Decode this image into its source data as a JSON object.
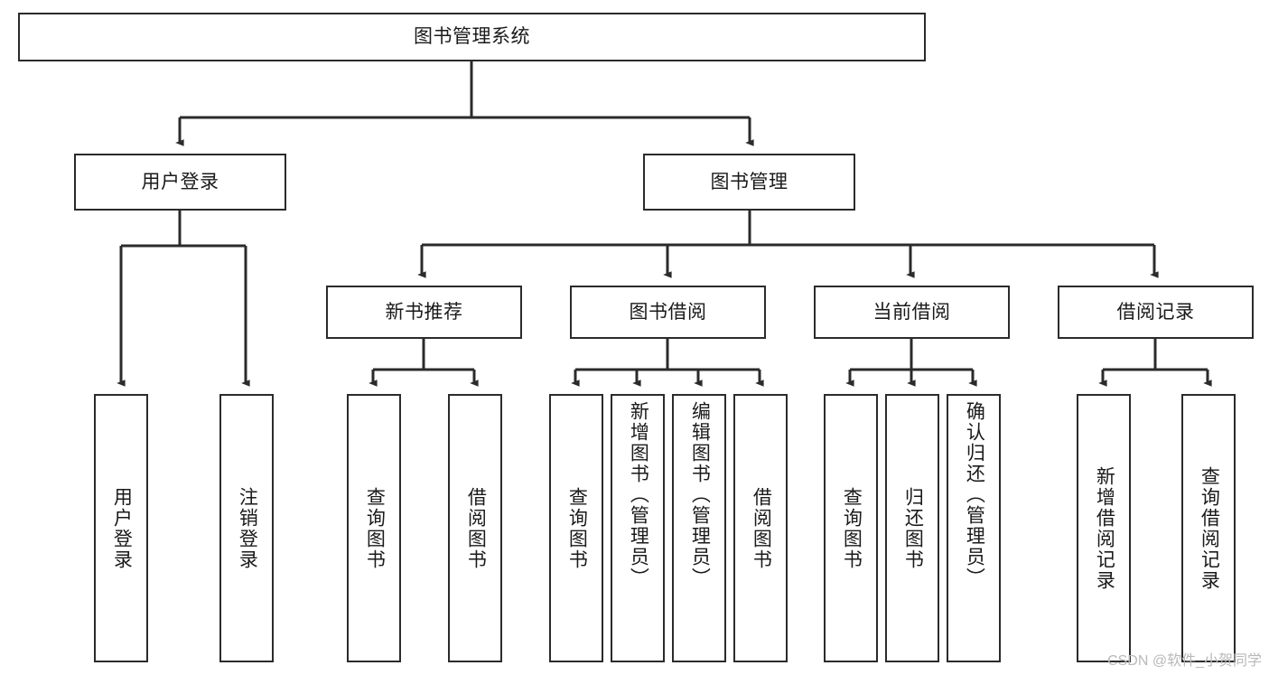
{
  "diagram": {
    "type": "tree-hierarchy",
    "title": "图书管理系统",
    "orientation": "top-down",
    "watermark": "CSDN @软件_小贺同学",
    "colors": {
      "stroke": "#2b2b2b",
      "fill": "#ffffff",
      "text": "#1a1a1a",
      "watermark": "#b9b9b9"
    },
    "nodes": {
      "root": {
        "label": "图书管理系统"
      },
      "level2": [
        {
          "id": "user-login",
          "label": "用户登录"
        },
        {
          "id": "book-management",
          "label": "图书管理"
        }
      ],
      "level3": [
        {
          "id": "new-book-recommend",
          "label": "新书推荐"
        },
        {
          "id": "book-borrow",
          "label": "图书借阅"
        },
        {
          "id": "current-borrow",
          "label": "当前借阅"
        },
        {
          "id": "borrow-record",
          "label": "借阅记录"
        }
      ],
      "leaves": {
        "user-login": [
          {
            "id": "leaf-user-login",
            "label": "用户登录"
          },
          {
            "id": "leaf-logout-login",
            "label": "注销登录"
          }
        ],
        "new-book-recommend": [
          {
            "id": "leaf-query-book-1",
            "label": "查询图书"
          },
          {
            "id": "leaf-borrow-book-1",
            "label": "借阅图书"
          }
        ],
        "book-borrow": [
          {
            "id": "leaf-query-book-2",
            "label": "查询图书"
          },
          {
            "id": "leaf-add-book",
            "label": "新增图书（管理员）"
          },
          {
            "id": "leaf-edit-book",
            "label": "编辑图书（管理员）"
          },
          {
            "id": "leaf-borrow-book-2",
            "label": "借阅图书"
          }
        ],
        "current-borrow": [
          {
            "id": "leaf-query-book-3",
            "label": "查询图书"
          },
          {
            "id": "leaf-return-book",
            "label": "归还图书"
          },
          {
            "id": "leaf-confirm-return",
            "label": "确认归还（管理员）"
          }
        ],
        "borrow-record": [
          {
            "id": "leaf-add-record",
            "label": "新增借阅记录"
          },
          {
            "id": "leaf-query-record",
            "label": "查询借阅记录"
          }
        ]
      }
    }
  }
}
